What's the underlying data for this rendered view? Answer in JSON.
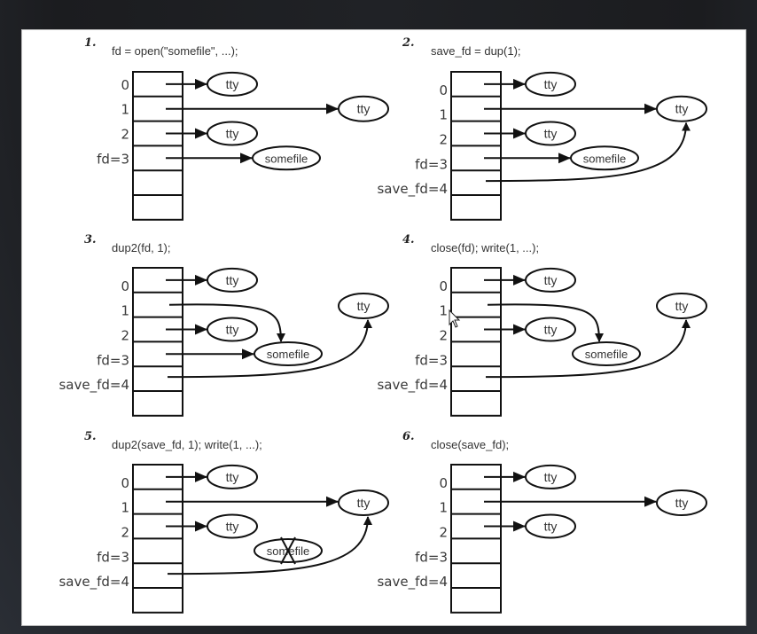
{
  "title": "File descriptor redirection with dup / dup2",
  "table_rows": 6,
  "panels": [
    {
      "number": "1.",
      "code": "fd = open(\"somefile\", ...);",
      "labels": [
        "0",
        "1",
        "2",
        "fd=3"
      ],
      "nodes": [
        {
          "id": "tty0",
          "label": "tty",
          "col": "near",
          "row": 0
        },
        {
          "id": "ttyA",
          "label": "tty",
          "col": "far",
          "row": 1
        },
        {
          "id": "tty2",
          "label": "tty",
          "col": "near",
          "row": 2
        },
        {
          "id": "somefile",
          "label": "somefile",
          "col": "mid",
          "row": 3,
          "crossed": false
        }
      ],
      "edges": [
        {
          "from_row": 0,
          "to": "tty0",
          "style": "straight"
        },
        {
          "from_row": 1,
          "to": "ttyA",
          "style": "straight"
        },
        {
          "from_row": 2,
          "to": "tty2",
          "style": "straight"
        },
        {
          "from_row": 3,
          "to": "somefile",
          "style": "straight"
        }
      ]
    },
    {
      "number": "2.",
      "code": "save_fd = dup(1);",
      "labels": [
        "0",
        "1",
        "2",
        "fd=3",
        "save_fd=4"
      ],
      "nodes": [
        {
          "id": "tty0",
          "label": "tty",
          "col": "near",
          "row": 0
        },
        {
          "id": "ttyA",
          "label": "tty",
          "col": "far",
          "row": 1
        },
        {
          "id": "tty2",
          "label": "tty",
          "col": "near",
          "row": 2
        },
        {
          "id": "somefile",
          "label": "somefile",
          "col": "mid",
          "row": 3,
          "crossed": false
        }
      ],
      "edges": [
        {
          "from_row": 0,
          "to": "tty0",
          "style": "straight"
        },
        {
          "from_row": 1,
          "to": "ttyA",
          "style": "straight"
        },
        {
          "from_row": 2,
          "to": "tty2",
          "style": "straight"
        },
        {
          "from_row": 3,
          "to": "somefile",
          "style": "straight"
        },
        {
          "from_row": 4,
          "to": "ttyA",
          "style": "curve-up"
        }
      ]
    },
    {
      "number": "3.",
      "code": "dup2(fd, 1);",
      "labels": [
        "0",
        "1",
        "2",
        "fd=3",
        "save_fd=4"
      ],
      "nodes": [
        {
          "id": "tty0",
          "label": "tty",
          "col": "near",
          "row": 0
        },
        {
          "id": "ttyA",
          "label": "tty",
          "col": "far",
          "row": 1
        },
        {
          "id": "tty2",
          "label": "tty",
          "col": "near",
          "row": 2
        },
        {
          "id": "somefile",
          "label": "somefile",
          "col": "mid",
          "row": 3,
          "crossed": false
        }
      ],
      "edges": [
        {
          "from_row": 0,
          "to": "tty0",
          "style": "straight"
        },
        {
          "from_row": 1,
          "to": "somefile",
          "style": "curve-down"
        },
        {
          "from_row": 2,
          "to": "tty2",
          "style": "straight"
        },
        {
          "from_row": 3,
          "to": "somefile",
          "style": "straight"
        },
        {
          "from_row": 4,
          "to": "ttyA",
          "style": "curve-up"
        }
      ]
    },
    {
      "number": "4.",
      "code": "close(fd); write(1, ...);",
      "labels": [
        "0",
        "1",
        "2",
        "fd=3",
        "save_fd=4"
      ],
      "nodes": [
        {
          "id": "tty0",
          "label": "tty",
          "col": "near",
          "row": 0
        },
        {
          "id": "ttyA",
          "label": "tty",
          "col": "far",
          "row": 1
        },
        {
          "id": "tty2",
          "label": "tty",
          "col": "near",
          "row": 2
        },
        {
          "id": "somefile",
          "label": "somefile",
          "col": "mid",
          "row": 3,
          "crossed": false
        }
      ],
      "edges": [
        {
          "from_row": 0,
          "to": "tty0",
          "style": "straight"
        },
        {
          "from_row": 1,
          "to": "somefile",
          "style": "curve-down"
        },
        {
          "from_row": 2,
          "to": "tty2",
          "style": "straight"
        },
        {
          "from_row": 4,
          "to": "ttyA",
          "style": "curve-up"
        }
      ]
    },
    {
      "number": "5.",
      "code": "dup2(save_fd, 1); write(1, ...);",
      "labels": [
        "0",
        "1",
        "2",
        "fd=3",
        "save_fd=4"
      ],
      "nodes": [
        {
          "id": "tty0",
          "label": "tty",
          "col": "near",
          "row": 0
        },
        {
          "id": "ttyA",
          "label": "tty",
          "col": "far",
          "row": 1
        },
        {
          "id": "tty2",
          "label": "tty",
          "col": "near",
          "row": 2
        },
        {
          "id": "somefile",
          "label": "somefile",
          "col": "mid",
          "row": 3,
          "crossed": true
        }
      ],
      "edges": [
        {
          "from_row": 0,
          "to": "tty0",
          "style": "straight"
        },
        {
          "from_row": 1,
          "to": "ttyA",
          "style": "straight"
        },
        {
          "from_row": 2,
          "to": "tty2",
          "style": "straight"
        },
        {
          "from_row": 4,
          "to": "ttyA",
          "style": "curve-up"
        }
      ]
    },
    {
      "number": "6.",
      "code": "close(save_fd);",
      "labels": [
        "0",
        "1",
        "2",
        "fd=3",
        "save_fd=4"
      ],
      "nodes": [
        {
          "id": "tty0",
          "label": "tty",
          "col": "near",
          "row": 0
        },
        {
          "id": "ttyA",
          "label": "tty",
          "col": "far",
          "row": 1
        },
        {
          "id": "tty2",
          "label": "tty",
          "col": "near",
          "row": 2
        }
      ],
      "edges": [
        {
          "from_row": 0,
          "to": "tty0",
          "style": "straight"
        },
        {
          "from_row": 1,
          "to": "ttyA",
          "style": "straight"
        },
        {
          "from_row": 2,
          "to": "tty2",
          "style": "straight"
        }
      ]
    }
  ],
  "colors": {
    "stroke": "#111111",
    "sheet": "#ffffff",
    "backdrop": "#1c1d20"
  }
}
